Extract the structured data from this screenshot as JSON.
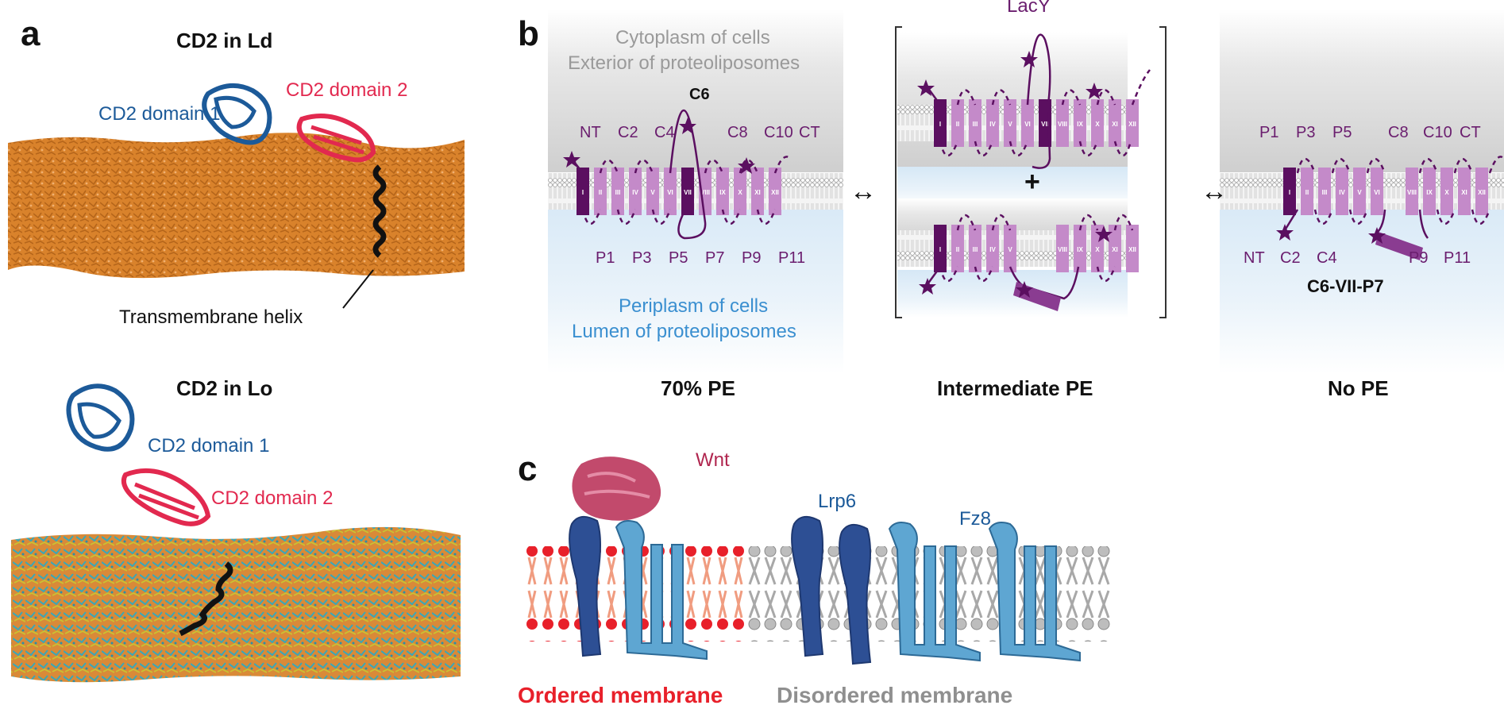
{
  "panel_a": {
    "label": "a",
    "top_title": "CD2 in Ld",
    "top_domain1": "CD2 domain 1",
    "top_domain2": "CD2 domain 2",
    "tm_label": "Transmembrane helix",
    "bottom_title": "CD2 in Lo",
    "bottom_domain1": "CD2 domain 1",
    "bottom_domain2": "CD2 domain 2"
  },
  "panel_b": {
    "label": "b",
    "cytoplasm_line1": "Cytoplasm of cells",
    "cytoplasm_line2": "Exterior of proteoliposomes",
    "periplasm_line1": "Periplasm of cells",
    "periplasm_line2": "Lumen of proteoliposomes",
    "lacy_label": "LacY",
    "c6_label": "C6",
    "c6_vii_p7_label": "C6-VII-P7",
    "plus_sign": "+",
    "arrow_glyph": "↔",
    "left_top_loops": [
      "NT",
      "C2",
      "C4",
      "C8",
      "C10",
      "CT"
    ],
    "left_bottom_loops": [
      "P1",
      "P3",
      "P5",
      "P7",
      "P9",
      "P11"
    ],
    "right_top_loops": [
      "P1",
      "P3",
      "P5",
      "C8",
      "C10",
      "CT"
    ],
    "right_bottom_loops": [
      "NT",
      "C2",
      "C4",
      "P9",
      "P11"
    ],
    "helix_numerals": [
      "I",
      "II",
      "III",
      "IV",
      "V",
      "VI",
      "VII",
      "VIII",
      "IX",
      "X",
      "XI",
      "XII"
    ],
    "caption_left": "70% PE",
    "caption_mid": "Intermediate PE",
    "caption_right": "No PE"
  },
  "panel_c": {
    "label": "c",
    "wnt": "Wnt",
    "lrp6": "Lrp6",
    "fz8": "Fz8",
    "ordered": "Ordered membrane",
    "disordered": "Disordered membrane"
  },
  "colors": {
    "helix_dark": "#5b0f60",
    "helix_light": "#c48ac9",
    "ordered_red": "#e8202a",
    "disordered_grey": "#8f8f8f",
    "lipid_orange": "#d9822b",
    "lipid_cyan": "#3aa7b8",
    "receptor_dark": "#2d4f94",
    "receptor_light": "#5ea6d2"
  }
}
